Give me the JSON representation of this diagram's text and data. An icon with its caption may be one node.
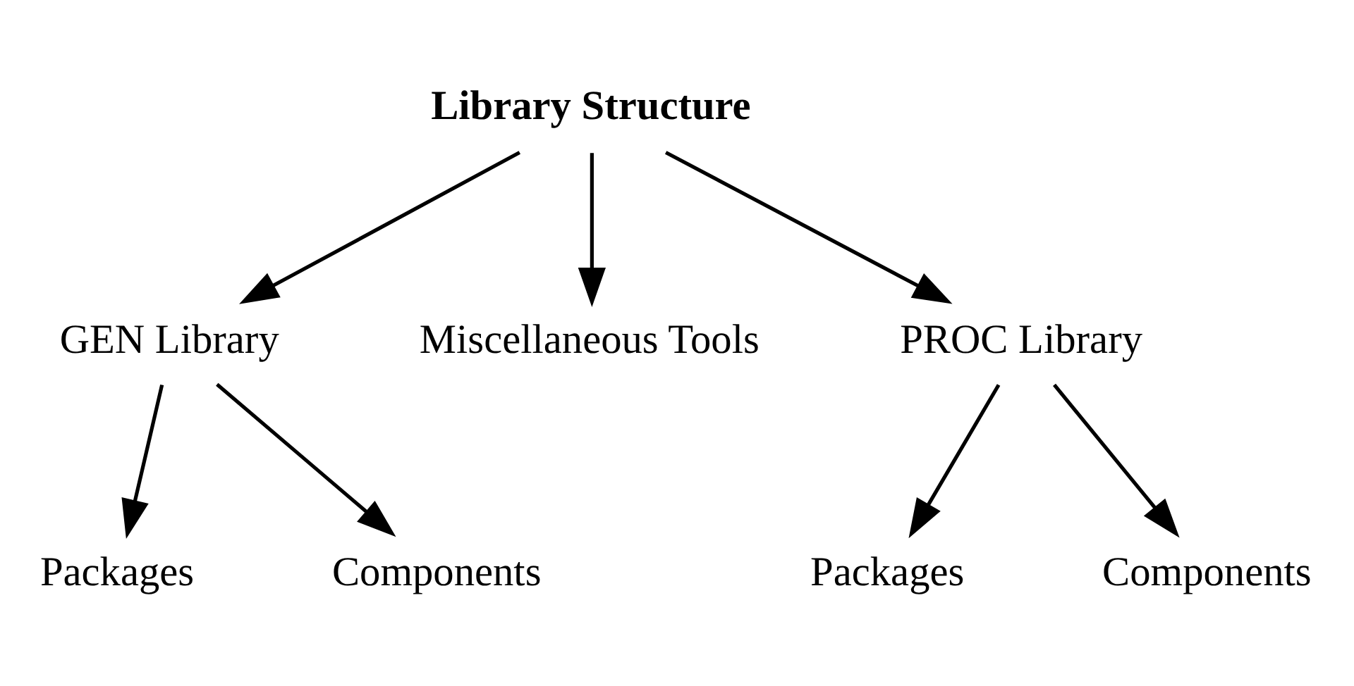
{
  "diagram": {
    "nodes": [
      {
        "text": [
          "Library Structure"
        ]
      },
      {
        "text": [
          "GEN Library"
        ]
      },
      {
        "text": [
          "Miscellaneous Tools"
        ]
      },
      {
        "text": [
          "PROC Library"
        ]
      },
      {
        "text": [
          "Packages"
        ]
      },
      {
        "text": [
          "Components"
        ]
      },
      {
        "text": [
          "Packages"
        ]
      },
      {
        "text": [
          "Components"
        ]
      }
    ],
    "edges": [
      {
        "from": 0,
        "to": 1,
        "arrow": "to"
      },
      {
        "from": 0,
        "to": 2,
        "arrow": "to"
      },
      {
        "from": 0,
        "to": 3,
        "arrow": "to"
      },
      {
        "from": 1,
        "to": 4,
        "arrow": "to"
      },
      {
        "from": 1,
        "to": 5,
        "arrow": "to"
      },
      {
        "from": 3,
        "to": 6,
        "arrow": "to"
      },
      {
        "from": 3,
        "to": 7,
        "arrow": "to"
      }
    ]
  }
}
